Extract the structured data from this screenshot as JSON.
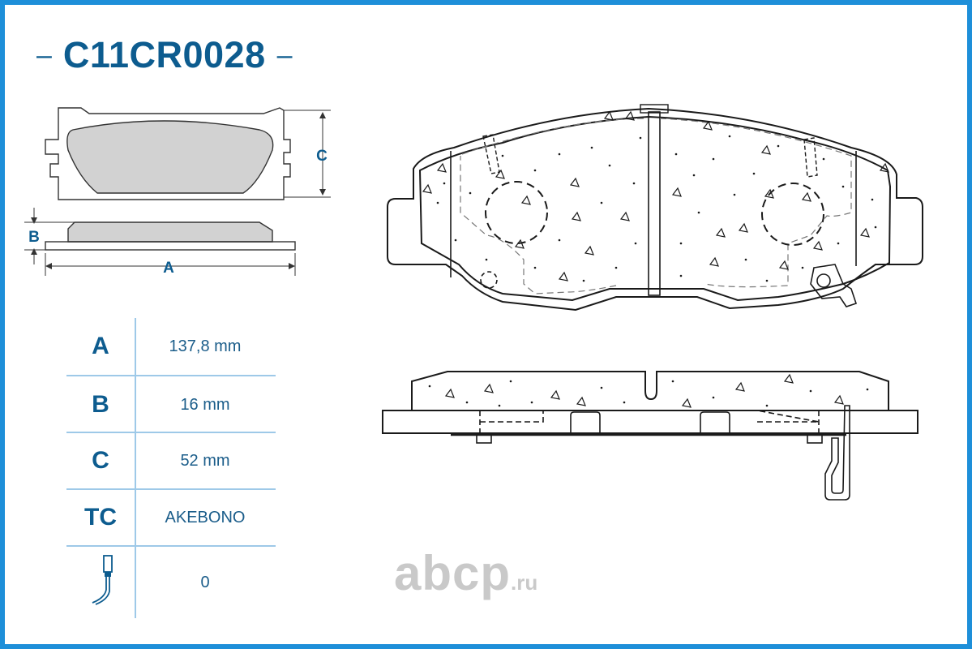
{
  "header": {
    "dash_left": "–",
    "part_number": "C11CR0028",
    "dash_right": "–"
  },
  "dimension_labels": {
    "a": "A",
    "b": "B",
    "c": "C"
  },
  "specs": [
    {
      "key": "A",
      "value": "137,8 mm"
    },
    {
      "key": "B",
      "value": "16 mm"
    },
    {
      "key": "C",
      "value": "52 mm"
    },
    {
      "key": "TC",
      "value": "AKEBONO"
    },
    {
      "key": "",
      "icon": "wear-sensor-icon",
      "value": "0"
    }
  ],
  "watermark": {
    "main": "abcp",
    "tld": ".ru"
  },
  "colors": {
    "frame": "#1e8fd9",
    "title": "#0d5c8f",
    "pad_fill": "#d2d2d2",
    "line": "#1a1a1a",
    "watermark": "#c9c9c9"
  }
}
